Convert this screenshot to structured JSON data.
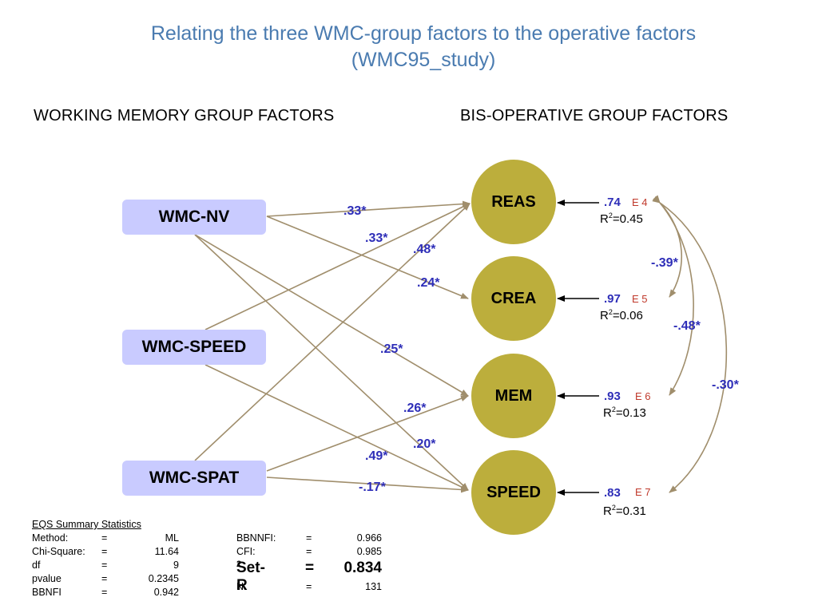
{
  "title": {
    "line1": "Relating the three WMC-group factors to the operative factors",
    "line2": "(WMC95_study)"
  },
  "headers": {
    "left": "WORKING  MEMORY  GROUP  FACTORS",
    "right": "BIS-OPERATIVE GROUP  FACTORS"
  },
  "wmc_factors": [
    "WMC-NV",
    "WMC-SPEED",
    "WMC-SPAT"
  ],
  "operative_factors": [
    {
      "name": "REAS",
      "loading": ".74",
      "error": "E 4",
      "r2_value": "=0.45"
    },
    {
      "name": "CREA",
      "loading": ".97",
      "error": "E 5",
      "r2_value": "=0.06"
    },
    {
      "name": "MEM",
      "loading": ".93",
      "error": "E 6",
      "r2_value": "=0.13"
    },
    {
      "name": "SPEED",
      "loading": ".83",
      "error": "E 7",
      "r2_value": "=0.31"
    }
  ],
  "r2_prefix": "R",
  "r2_sup": "2",
  "paths": {
    "nv_reas": ".33*",
    "spd_reas": ".33*",
    "spat_reas": ".48*",
    "nv_crea": ".24*",
    "nv_mem": ".25*",
    "spat_mem": ".26*",
    "nv_speed": ".20*",
    "spd_speed": ".49*",
    "spat_speed": "-.17*"
  },
  "correlations": {
    "e4_e5": "-.39*",
    "e4_e6": "-.48*",
    "e4_e7": "-.30*"
  },
  "colors": {
    "title": "#4a7bb0",
    "box_fill": "#c9cbff",
    "circle_fill": "#bcae3c",
    "path_line": "#a08e6c",
    "coef_text": "#2e2eb8",
    "error_text": "#c0392b"
  },
  "stats": {
    "heading": "EQS Summary Statistics",
    "left": [
      {
        "label": "Method:",
        "eq": "=",
        "value": "ML"
      },
      {
        "label": "Chi-Square:",
        "eq": "=",
        "value": "11.64"
      },
      {
        "label": "df",
        "eq": "=",
        "value": "9"
      },
      {
        "label": "pvalue",
        "eq": "=",
        "value": "0.2345"
      },
      {
        "label": "BBNFI",
        "eq": "=",
        "value": "0.942"
      }
    ],
    "right": [
      {
        "label": "BBNNFI:",
        "eq": "=",
        "value": "0.966"
      },
      {
        "label": "CFI:",
        "eq": "=",
        "value": "0.985"
      },
      {
        "label": "Set-R",
        "sup": "2",
        "eq": "=",
        "value": "0.834"
      },
      {
        "label": "N",
        "eq": "=",
        "value": "131"
      }
    ]
  }
}
